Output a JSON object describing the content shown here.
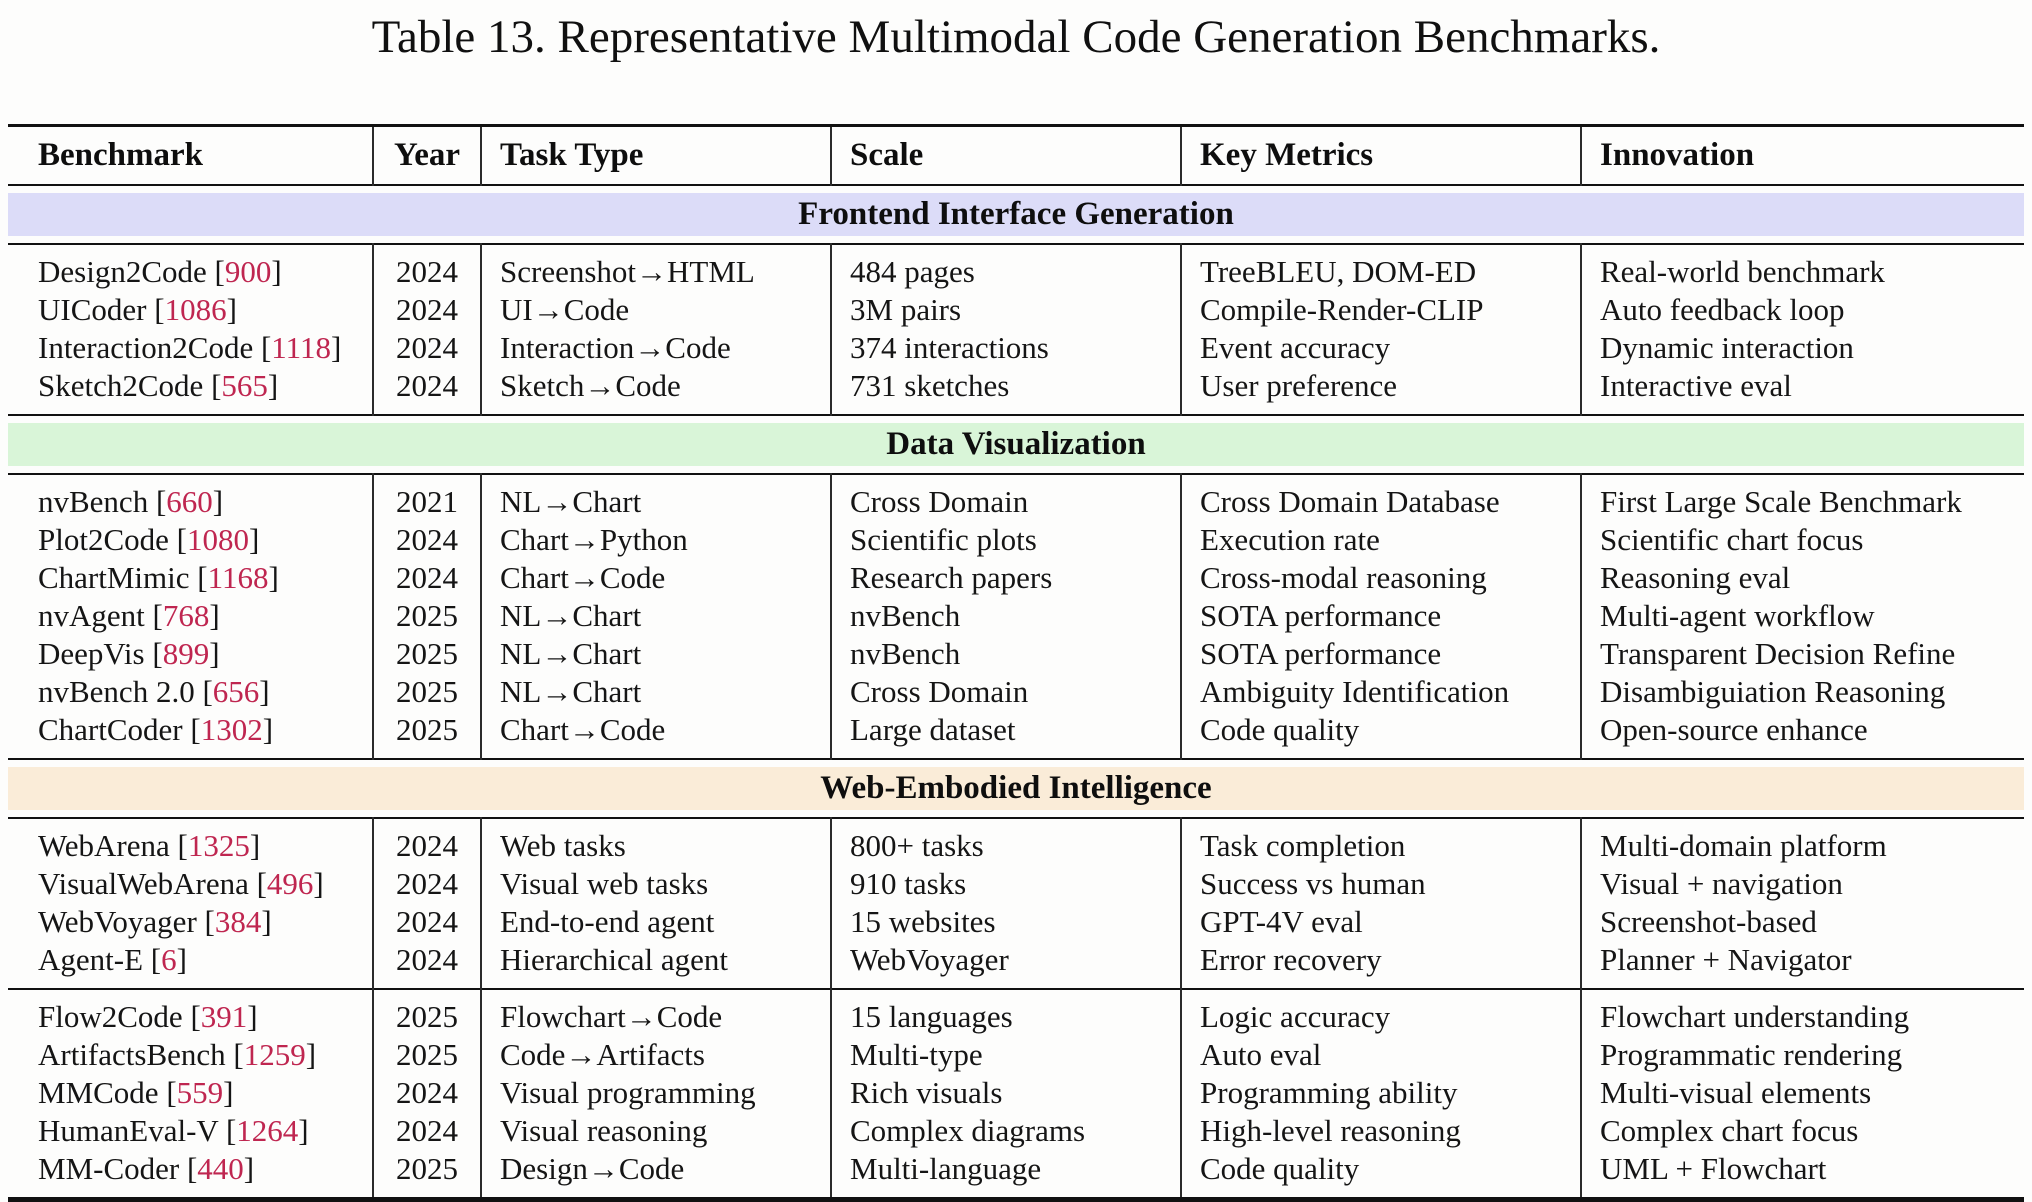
{
  "title": "Table 13. Representative Multimodal Code Generation Benchmarks.",
  "colors": {
    "citation": "#bf2650",
    "rule": "#111111",
    "page_background": "#fdfdfc"
  },
  "table": {
    "columns": [
      "Benchmark",
      "Year",
      "Task Type",
      "Scale",
      "Key Metrics",
      "Innovation"
    ],
    "sections": [
      {
        "title": "Frontend Interface Generation",
        "band_color": "#dcdcf8",
        "groups": [
          [
            {
              "benchmark": "Design2Code",
              "ref": "900",
              "year": "2024",
              "task_type": "Screenshot→HTML",
              "scale": "484 pages",
              "key_metrics": "TreeBLEU, DOM-ED",
              "innovation": "Real-world benchmark"
            },
            {
              "benchmark": "UICoder",
              "ref": "1086",
              "year": "2024",
              "task_type": "UI→Code",
              "scale": "3M pairs",
              "key_metrics": "Compile-Render-CLIP",
              "innovation": "Auto feedback loop"
            },
            {
              "benchmark": "Interaction2Code",
              "ref": "1118",
              "year": "2024",
              "task_type": "Interaction→Code",
              "scale": "374 interactions",
              "key_metrics": "Event accuracy",
              "innovation": "Dynamic interaction"
            },
            {
              "benchmark": "Sketch2Code",
              "ref": "565",
              "year": "2024",
              "task_type": "Sketch→Code",
              "scale": "731 sketches",
              "key_metrics": "User preference",
              "innovation": "Interactive eval"
            }
          ]
        ]
      },
      {
        "title": "Data Visualization",
        "band_color": "#d9f5d8",
        "groups": [
          [
            {
              "benchmark": "nvBench",
              "ref": "660",
              "year": "2021",
              "task_type": "NL→Chart",
              "scale": "Cross Domain",
              "key_metrics": "Cross Domain Database",
              "innovation": "First Large Scale Benchmark"
            },
            {
              "benchmark": "Plot2Code",
              "ref": "1080",
              "year": "2024",
              "task_type": "Chart→Python",
              "scale": "Scientific plots",
              "key_metrics": "Execution rate",
              "innovation": "Scientific chart focus"
            },
            {
              "benchmark": "ChartMimic",
              "ref": "1168",
              "year": "2024",
              "task_type": "Chart→Code",
              "scale": "Research papers",
              "key_metrics": "Cross-modal reasoning",
              "innovation": "Reasoning eval"
            },
            {
              "benchmark": "nvAgent",
              "ref": "768",
              "year": "2025",
              "task_type": "NL→Chart",
              "scale": "nvBench",
              "key_metrics": "SOTA performance",
              "innovation": "Multi-agent workflow"
            },
            {
              "benchmark": "DeepVis",
              "ref": "899",
              "year": "2025",
              "task_type": "NL→Chart",
              "scale": "nvBench",
              "key_metrics": "SOTA performance",
              "innovation": "Transparent Decision Refine"
            },
            {
              "benchmark": "nvBench 2.0",
              "ref": "656",
              "year": "2025",
              "task_type": "NL→Chart",
              "scale": "Cross Domain",
              "key_metrics": "Ambiguity Identification",
              "innovation": "Disambiguiation Reasoning"
            },
            {
              "benchmark": "ChartCoder",
              "ref": "1302",
              "year": "2025",
              "task_type": "Chart→Code",
              "scale": "Large dataset",
              "key_metrics": "Code quality",
              "innovation": "Open-source enhance"
            }
          ]
        ]
      },
      {
        "title": "Web-Embodied Intelligence",
        "band_color": "#faecd8",
        "groups": [
          [
            {
              "benchmark": "WebArena",
              "ref": "1325",
              "year": "2024",
              "task_type": "Web tasks",
              "scale": "800+ tasks",
              "key_metrics": "Task completion",
              "innovation": "Multi-domain platform"
            },
            {
              "benchmark": "VisualWebArena",
              "ref": "496",
              "year": "2024",
              "task_type": "Visual web tasks",
              "scale": "910 tasks",
              "key_metrics": "Success vs human",
              "innovation": "Visual + navigation"
            },
            {
              "benchmark": "WebVoyager",
              "ref": "384",
              "year": "2024",
              "task_type": "End-to-end agent",
              "scale": "15 websites",
              "key_metrics": "GPT-4V eval",
              "innovation": "Screenshot-based"
            },
            {
              "benchmark": "Agent-E",
              "ref": "6",
              "year": "2024",
              "task_type": "Hierarchical agent",
              "scale": "WebVoyager",
              "key_metrics": "Error recovery",
              "innovation": "Planner + Navigator"
            }
          ],
          [
            {
              "benchmark": "Flow2Code",
              "ref": "391",
              "year": "2025",
              "task_type": "Flowchart→Code",
              "scale": "15 languages",
              "key_metrics": "Logic accuracy",
              "innovation": "Flowchart understanding"
            },
            {
              "benchmark": "ArtifactsBench",
              "ref": "1259",
              "year": "2025",
              "task_type": "Code→Artifacts",
              "scale": "Multi-type",
              "key_metrics": "Auto eval",
              "innovation": "Programmatic rendering"
            },
            {
              "benchmark": "MMCode",
              "ref": "559",
              "year": "2024",
              "task_type": "Visual programming",
              "scale": "Rich visuals",
              "key_metrics": "Programming ability",
              "innovation": "Multi-visual elements"
            },
            {
              "benchmark": "HumanEval-V",
              "ref": "1264",
              "year": "2024",
              "task_type": "Visual reasoning",
              "scale": "Complex diagrams",
              "key_metrics": "High-level reasoning",
              "innovation": "Complex chart focus"
            },
            {
              "benchmark": "MM-Coder",
              "ref": "440",
              "year": "2025",
              "task_type": "Design→Code",
              "scale": "Multi-language",
              "key_metrics": "Code quality",
              "innovation": "UML + Flowchart"
            }
          ]
        ]
      }
    ]
  }
}
